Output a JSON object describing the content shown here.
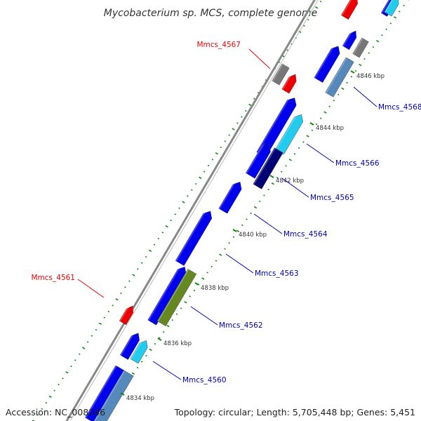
{
  "title": "Mycobacterium sp. MCS, complete genome",
  "colors": {
    "forward_cds": "#0000ee",
    "reverse_cds": "#0000ee",
    "gene_red": "#ee0000",
    "gene_gray": "#777777",
    "cyan": "#22ccee",
    "steelblue": "#5588bb",
    "navy": "#000077",
    "olive": "#668822",
    "backbone": "#888888",
    "tick": "#118811",
    "label_red": "#ee0000",
    "label_blue": "#0000bb"
  },
  "ticks": [
    {
      "label": "4834 kbp"
    },
    {
      "label": "4836 kbp"
    },
    {
      "label": "4838 kbp"
    },
    {
      "label": "4840 kbp"
    },
    {
      "label": "4842 kbp"
    },
    {
      "label": "4844 kbp"
    },
    {
      "label": "4846 kbp"
    }
  ],
  "gene_labels": [
    {
      "text": "Mmcs_4567",
      "color": "red"
    },
    {
      "text": "Mmcs_4568",
      "color": "blue"
    },
    {
      "text": "Mmcs_4566",
      "color": "blue"
    },
    {
      "text": "Mmcs_4565",
      "color": "blue"
    },
    {
      "text": "Mmcs_4564",
      "color": "blue"
    },
    {
      "text": "Mmcs_4563",
      "color": "blue"
    },
    {
      "text": "Mmcs_4561",
      "color": "red"
    },
    {
      "text": "Mmcs_4562",
      "color": "blue"
    },
    {
      "text": "Mmcs_4560",
      "color": "blue"
    }
  ],
  "footer": {
    "accession": "Accession: NC_008146",
    "summary": "Topology: circular; Length: 5,705,448 bp; Genes: 5,451"
  }
}
